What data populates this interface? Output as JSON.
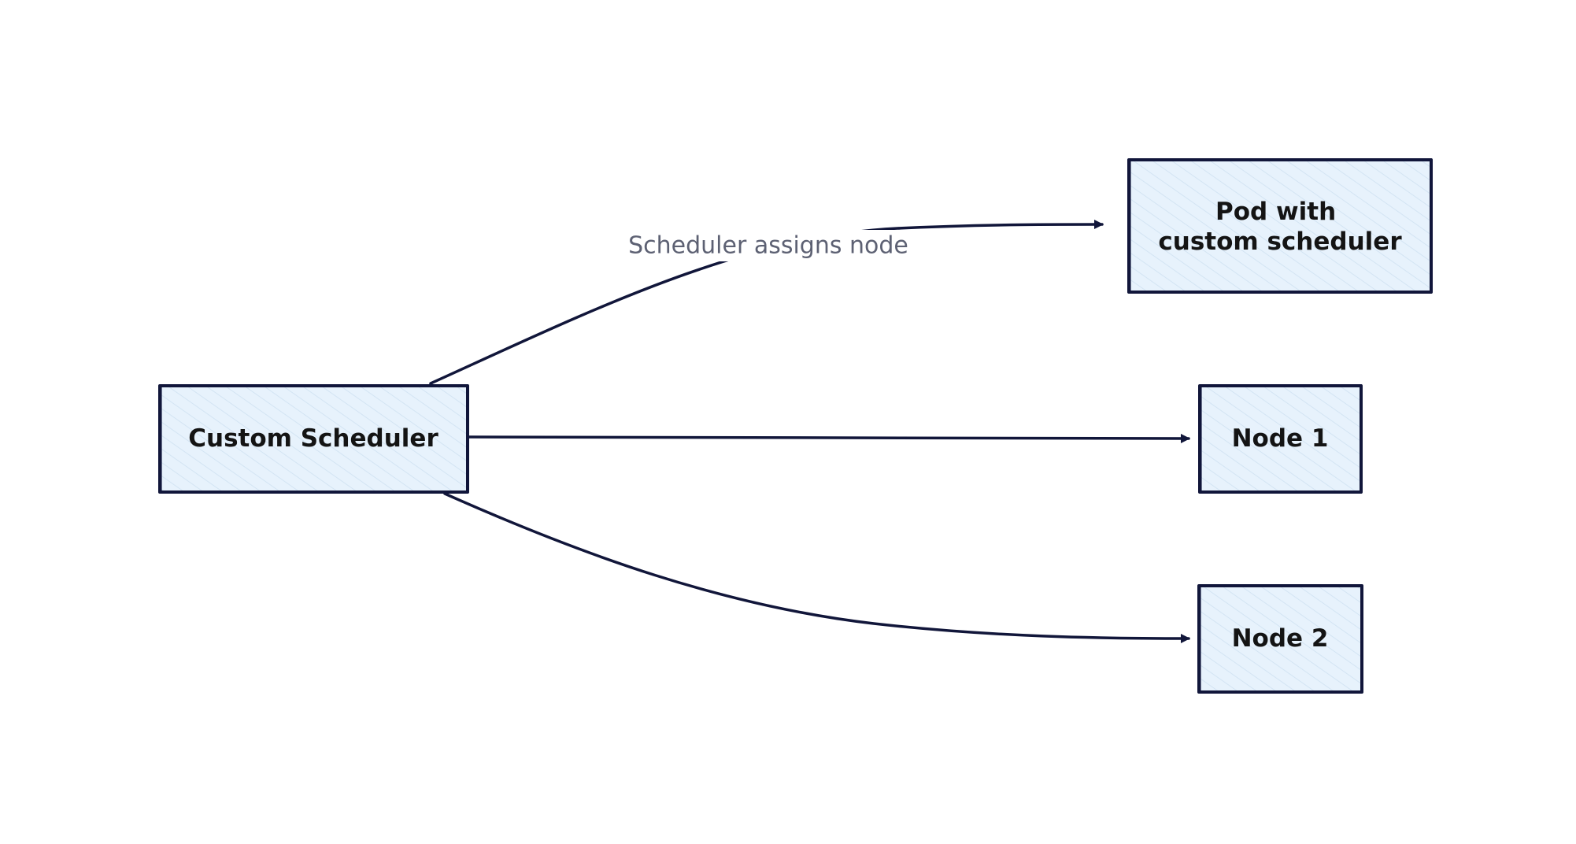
{
  "colors": {
    "node_fill": "#e7f2fc",
    "node_hatch": "#d3e4f3",
    "stroke": "#11163a",
    "label_text": "#141414",
    "edge_label_text": "#5d6173",
    "background": "#ffffff"
  },
  "nodes": [
    {
      "id": "scheduler",
      "label_lines": [
        "Custom Scheduler"
      ]
    },
    {
      "id": "pod",
      "label_lines": [
        "Pod with",
        "custom scheduler"
      ]
    },
    {
      "id": "node1",
      "label_lines": [
        "Node 1"
      ]
    },
    {
      "id": "node2",
      "label_lines": [
        "Node 2"
      ]
    }
  ],
  "edges": [
    {
      "id": "scheduler-to-pod",
      "from": "scheduler",
      "to": "pod",
      "label": "Scheduler assigns node"
    },
    {
      "id": "scheduler-to-node1",
      "from": "scheduler",
      "to": "node1",
      "label": ""
    },
    {
      "id": "scheduler-to-node2",
      "from": "scheduler",
      "to": "node2",
      "label": ""
    }
  ]
}
